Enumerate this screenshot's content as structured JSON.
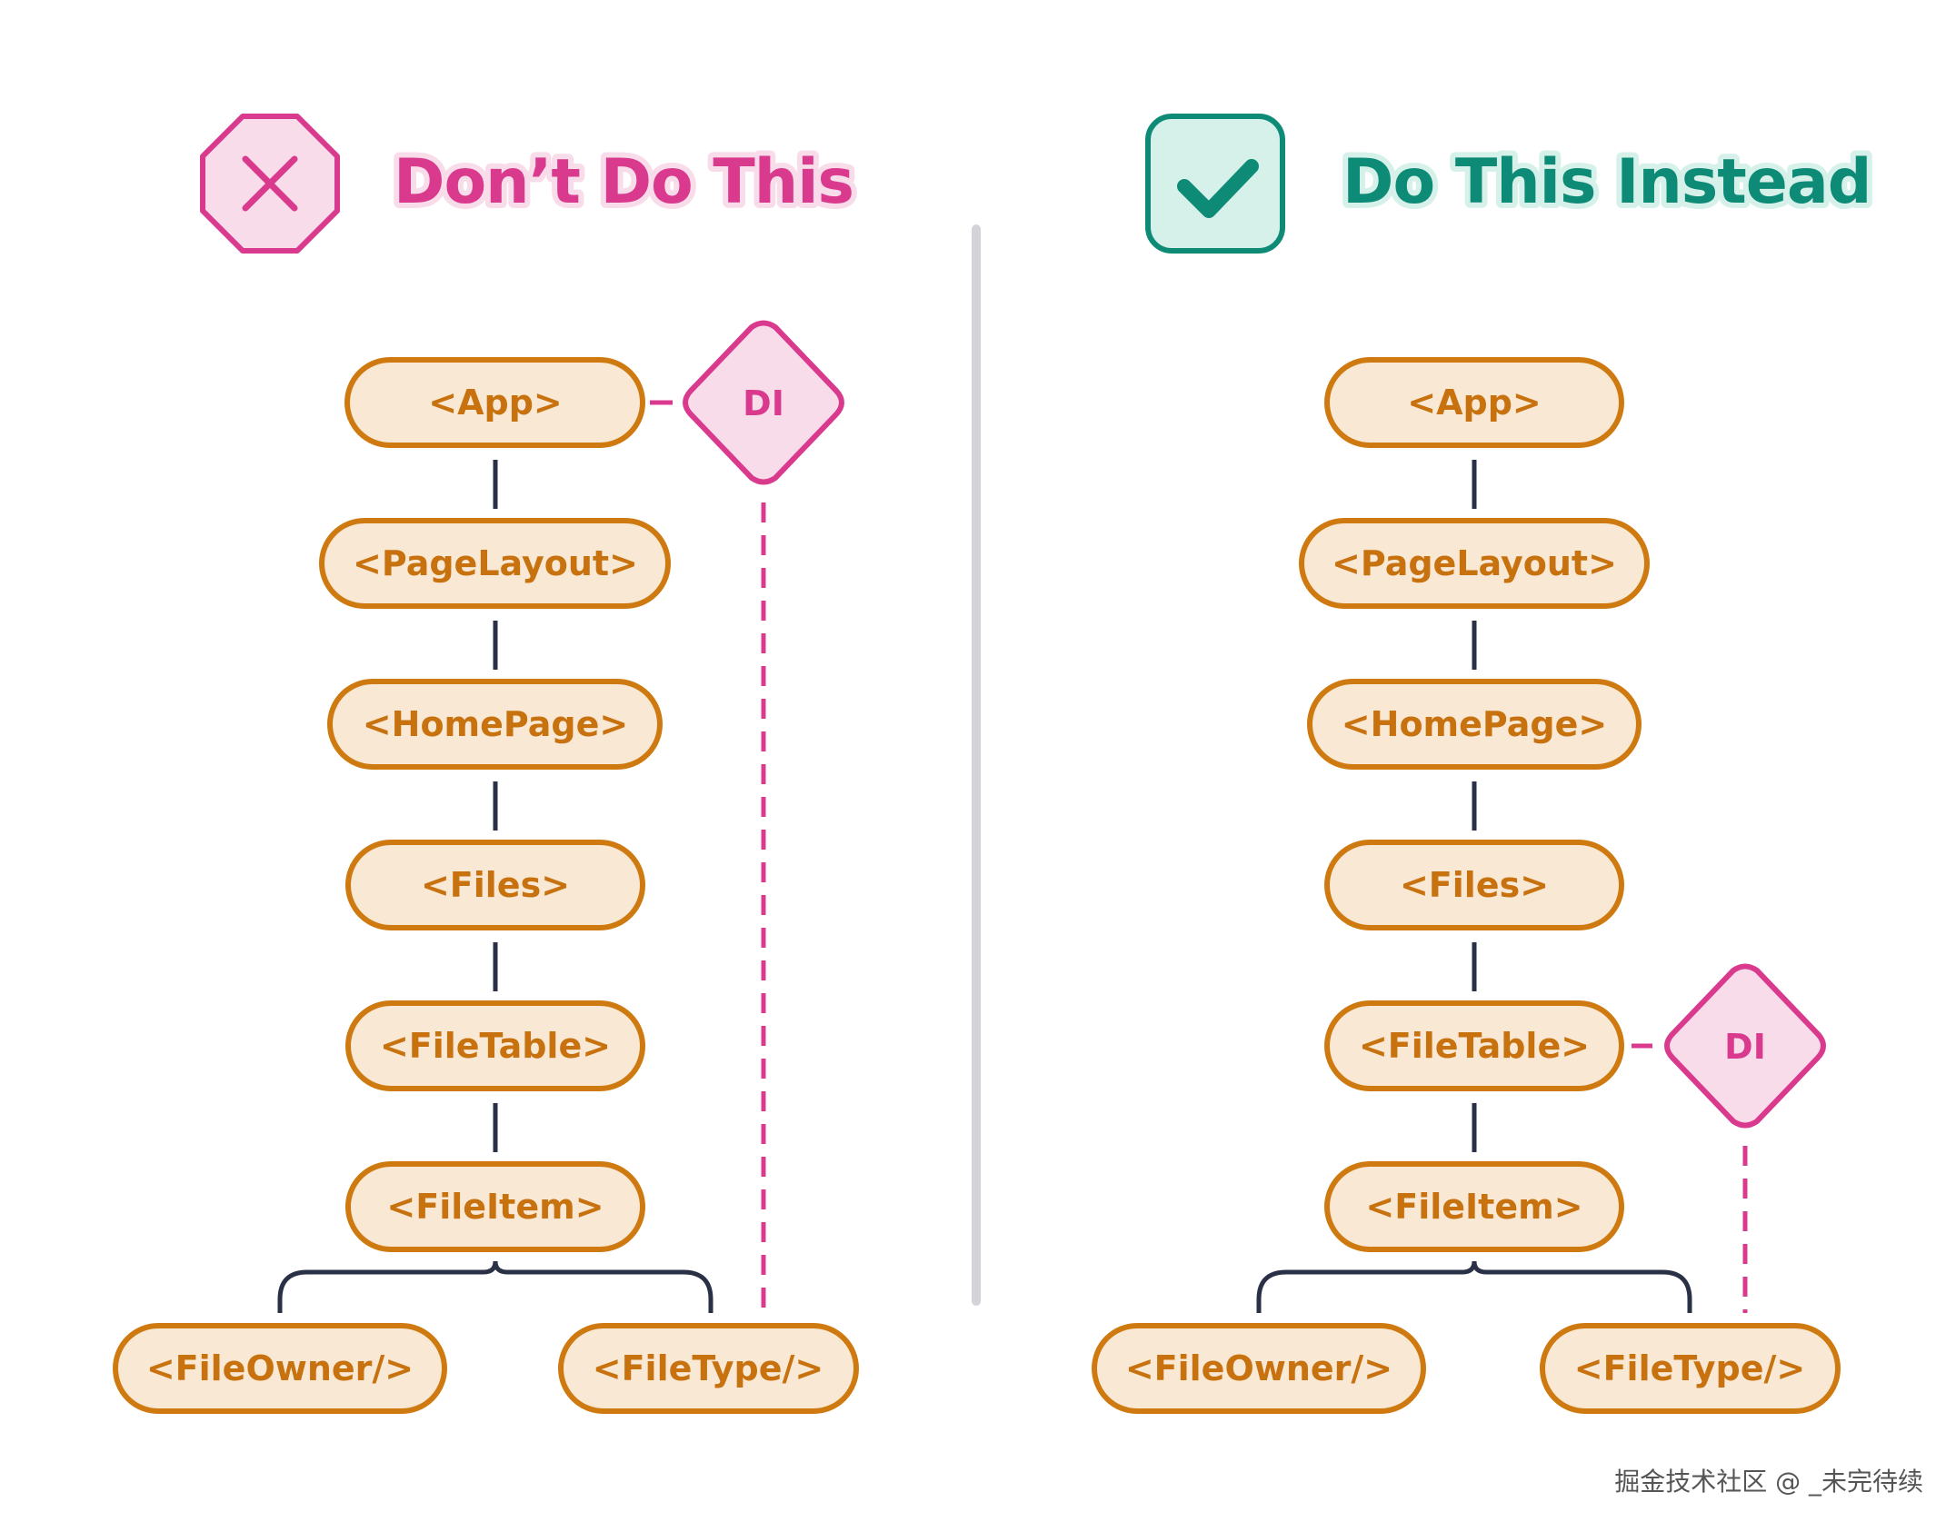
{
  "colors": {
    "pink": "#d93a8e",
    "pink_fill": "#f8dcea",
    "teal": "#0e8b77",
    "teal_fill": "#d6f1ea",
    "node_stroke": "#cf7a10",
    "node_fill": "#f8e8d4",
    "node_text": "#c8720f",
    "connector": "#2a3146",
    "divider": "#d2d4d9"
  },
  "left_panel": {
    "title": "Don’t Do This",
    "icon": "x-icon",
    "nodes": {
      "app": "<App>",
      "page_layout": "<PageLayout>",
      "home_page": "<HomePage>",
      "files": "<Files>",
      "file_table": "<FileTable>",
      "file_item": "<FileItem>",
      "file_owner": "<FileOwner/>",
      "file_type": "<FileType/>"
    },
    "di_label": "DI"
  },
  "right_panel": {
    "title": "Do This Instead",
    "icon": "check-icon",
    "nodes": {
      "app": "<App>",
      "page_layout": "<PageLayout>",
      "home_page": "<HomePage>",
      "files": "<Files>",
      "file_table": "<FileTable>",
      "file_item": "<FileItem>",
      "file_owner": "<FileOwner/>",
      "file_type": "<FileType/>"
    },
    "di_label": "DI"
  },
  "watermark": "掘金技术社区 @ _未完待续"
}
